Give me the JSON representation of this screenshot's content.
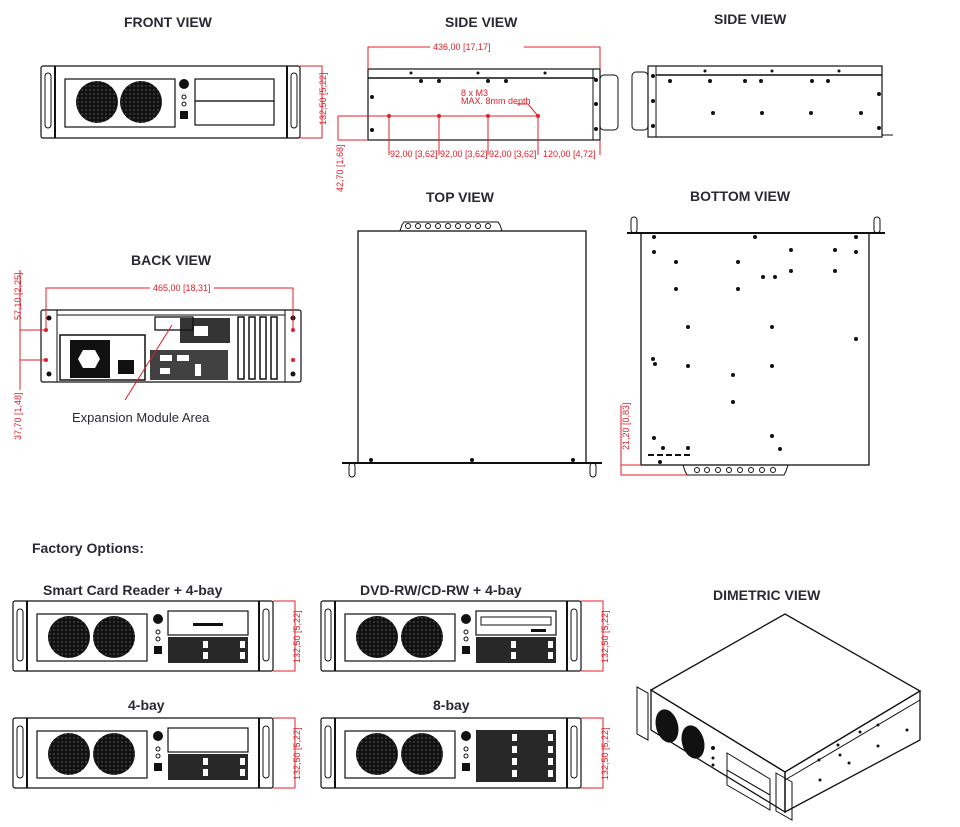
{
  "views": {
    "front": {
      "title": "FRONT VIEW",
      "height_dim": "132,50 [5,22]"
    },
    "side_left": {
      "title": "SIDE VIEW",
      "length_dim": "436,00 [17,17]",
      "screw_note_1": "8 x M3",
      "screw_note_2": "MAX. 8mm depth",
      "spacing_dims": [
        "92,00 [3,62]",
        "92,00 [3,62]",
        "92,00 [3,62]",
        "120,00 [4,72]"
      ],
      "offset_dim": "42,70 [1,68]"
    },
    "side_right": {
      "title": "SIDE VIEW"
    },
    "back": {
      "title": "BACK VIEW",
      "width_dim": "465,00 [18,31]",
      "upper_dim": "57,10 [2,25]",
      "lower_dim": "37,70 [1,48]",
      "callout": "Expansion Module Area"
    },
    "top": {
      "title": "TOP VIEW"
    },
    "bottom": {
      "title": "BOTTOM VIEW",
      "offset_dim": "21,20 [0,83]"
    },
    "dimetric": {
      "title": "DIMETRIC VIEW"
    }
  },
  "factory_options": {
    "heading": "Factory Options:",
    "options": [
      {
        "label": "Smart Card Reader + 4-bay",
        "height_dim": "132,50 [5,22]"
      },
      {
        "label": "DVD-RW/CD-RW + 4-bay",
        "height_dim": "132,50 [5,22]"
      },
      {
        "label": "4-bay",
        "height_dim": "132,50 [5,22]"
      },
      {
        "label": "8-bay",
        "height_dim": "132,50 [5,22]"
      }
    ]
  },
  "colors": {
    "dimension": "#e0202a",
    "outline": "#111111",
    "title": "#2a2a35"
  }
}
